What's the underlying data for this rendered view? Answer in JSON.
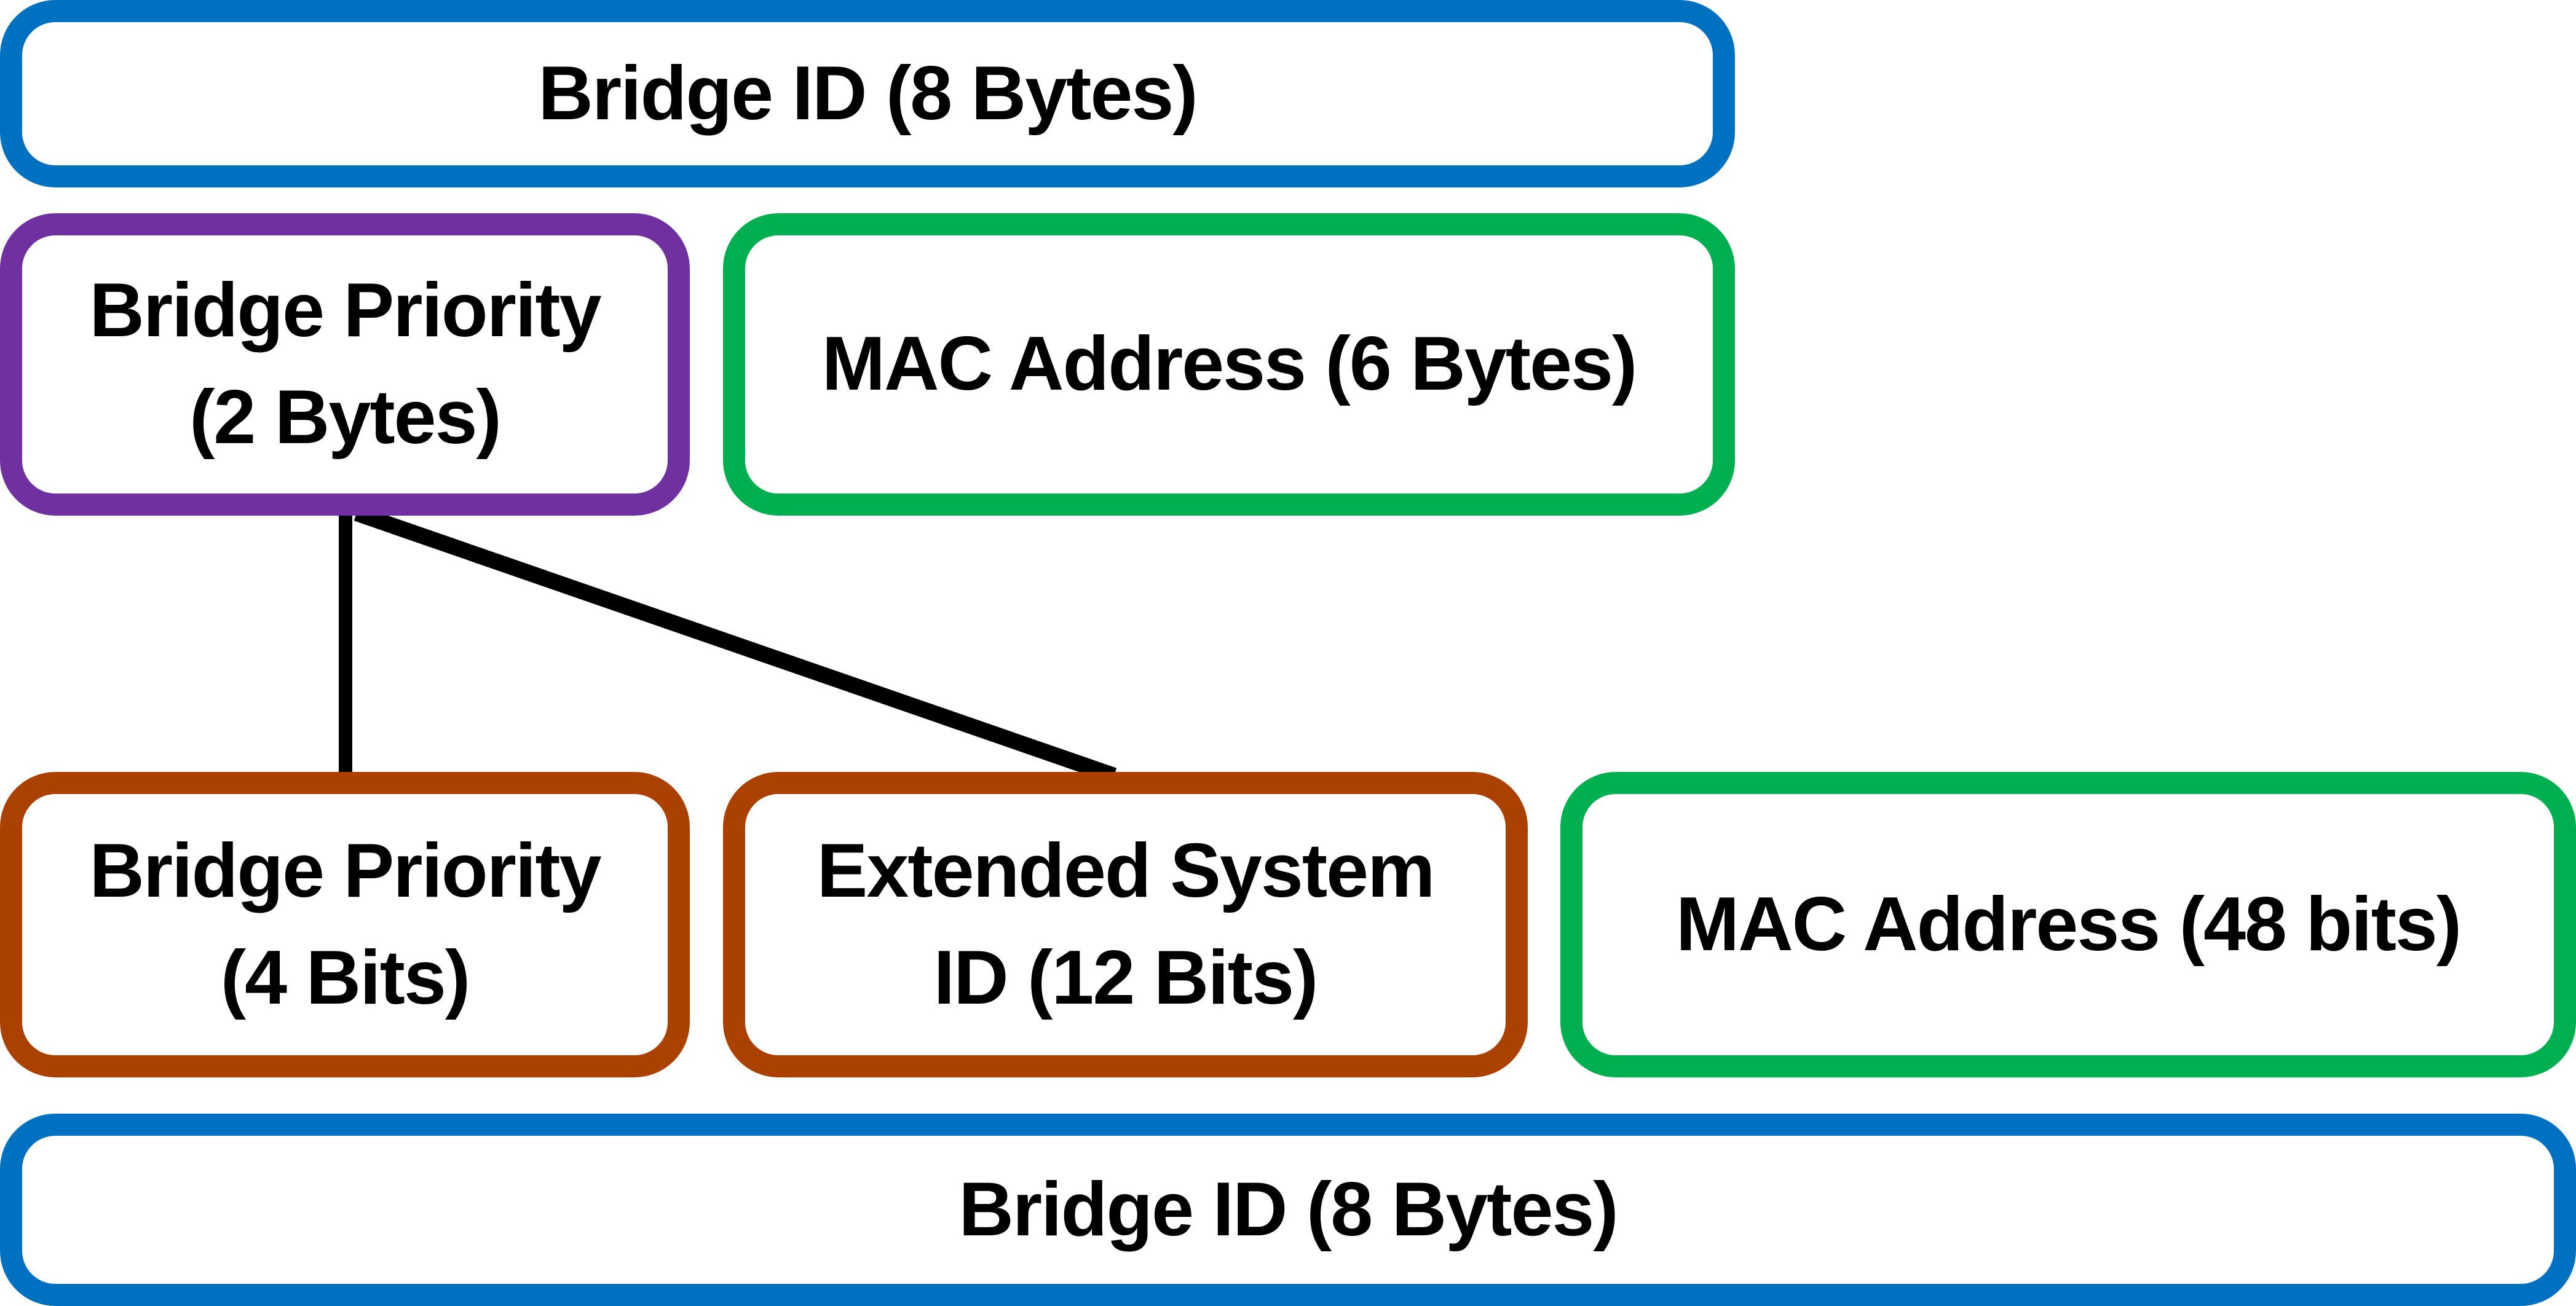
{
  "colors": {
    "bridge_id": "#0070C0",
    "bridge_priority_2bytes": "#7030A0",
    "mac": "#00B050",
    "sub_priority": "#AA4100",
    "connector": "#000000"
  },
  "top_row": {
    "bridge_id": "Bridge ID (8 Bytes)"
  },
  "middle_row": {
    "bridge_priority": "Bridge Priority\n(2 Bytes)",
    "mac_address": "MAC Address (6 Bytes)"
  },
  "lower_row": {
    "bridge_priority": "Bridge Priority\n(4 Bits)",
    "extended_system_id": "Extended System\nID (12 Bits)",
    "mac_address": "MAC Address (48 bits)"
  },
  "bottom_row": {
    "bridge_id": "Bridge ID (8 Bytes)"
  }
}
